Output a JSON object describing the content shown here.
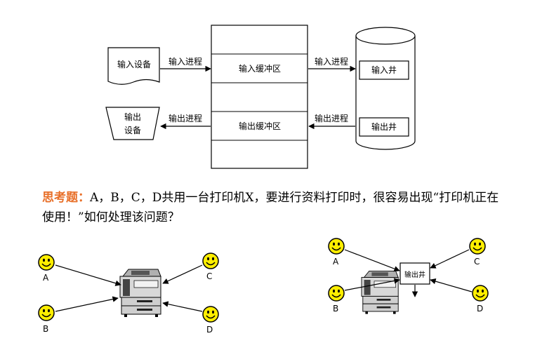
{
  "spool_diagram": {
    "input_device": "输入设备",
    "output_device_line1": "输出",
    "output_device_line2": "设备",
    "input_process_left": "输入进程",
    "output_process_left": "输出进程",
    "input_buffer": "输入缓冲区",
    "output_buffer": "输出缓冲区",
    "input_process_right": "输入进程",
    "output_process_right": "输出进程",
    "input_well": "输入井",
    "output_well": "输出井"
  },
  "question": {
    "heading": "思考题：",
    "text": "A，B，C，D共用一台打印机X，要进行资料打印时，很容易出现“打印机正在使用！”如何处理该问题？"
  },
  "left_scene": {
    "users": [
      "A",
      "B",
      "C",
      "D"
    ],
    "device_icon": "printer-icon"
  },
  "right_scene": {
    "users": [
      "A",
      "B",
      "C",
      "D"
    ],
    "spool_label": "输出井",
    "device_icon": "printer-icon"
  },
  "colors": {
    "smiley": "#ffee00",
    "heading": "#e8702a"
  }
}
